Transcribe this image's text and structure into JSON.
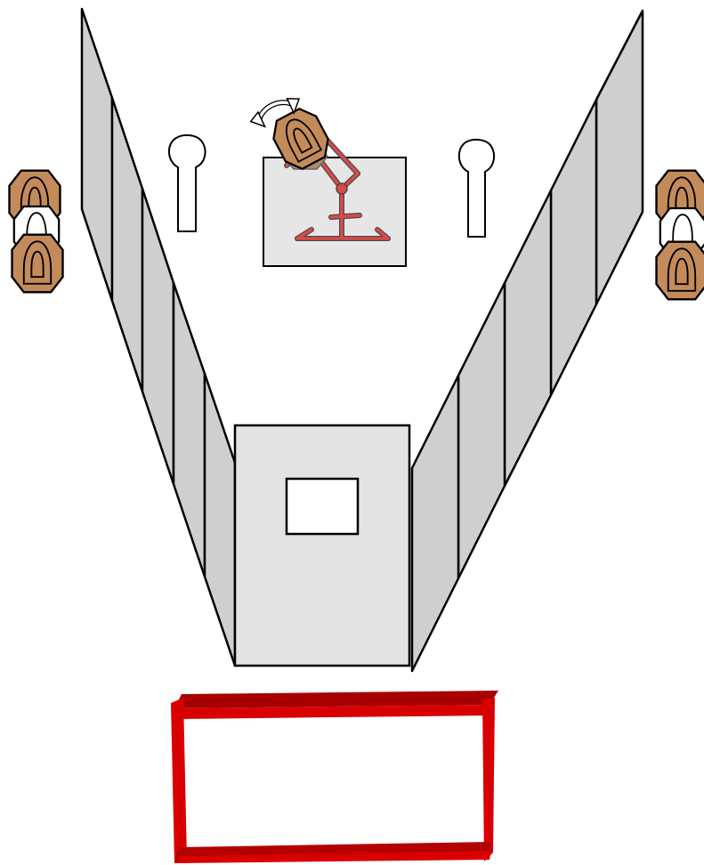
{
  "diagram": {
    "kind": "shooting-range-layout",
    "labels": [],
    "colors": {
      "wall_fill": "#cfcfcf",
      "booth_fill": "#e3e3e3",
      "target_fill": "#c48b5a",
      "mechanism_red": "#d94a4a",
      "shooting_box": "#d10000",
      "stroke": "#000000"
    },
    "elements": {
      "left_wall_panels": 5,
      "right_wall_panels": 5,
      "target_groups": [
        "left-target-stack",
        "right-target-stack"
      ],
      "posts": [
        "left-post",
        "right-post"
      ],
      "moving_target": {
        "icon": "rotate-arrow-icon"
      },
      "shooting_position": {
        "icon": "red-rectangle"
      }
    }
  }
}
